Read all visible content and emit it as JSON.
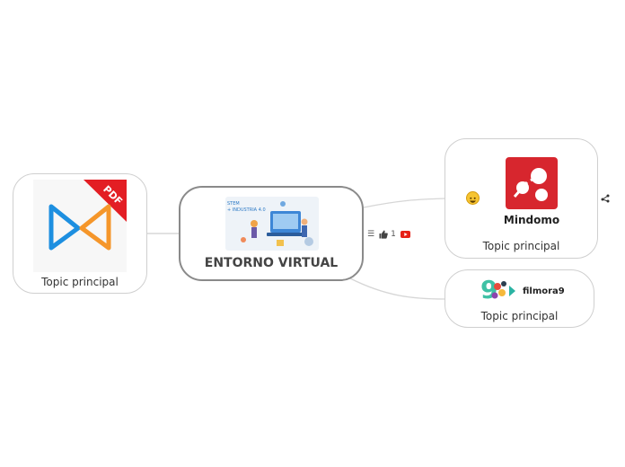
{
  "central": {
    "label": "ENTORNO VIRTUAL",
    "image_text_line1": "STEM",
    "image_text_line2": "+ INDUSTRIA 4.0"
  },
  "left_node": {
    "label": "Topic principal",
    "badge": "PDF"
  },
  "right_top_node": {
    "label": "Topic principal",
    "logo_text": "Mindomo"
  },
  "right_bottom_node": {
    "label": "Topic principal",
    "logo_text": "filmora9"
  },
  "meta": {
    "menu_glyph": "☰",
    "likes": "1"
  },
  "icons": {
    "menu": "menu-icon",
    "like": "thumbs-up-icon",
    "video": "youtube-icon",
    "emoji": "smiley-emoji-icon",
    "collapse": "collapse-branch-icon"
  },
  "colors": {
    "accent_red": "#e31e24",
    "xodo_blue": "#1d8fe0",
    "xodo_orange": "#f5962a",
    "youtube_red": "#e62117"
  }
}
